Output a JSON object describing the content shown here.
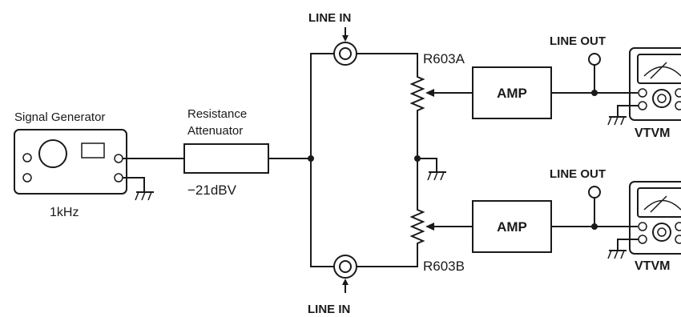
{
  "labels": {
    "signal_generator": "Signal Generator",
    "frequency": "1kHz",
    "attenuator_line1": "Resistance",
    "attenuator_line2": "Attenuator",
    "attenuator_level": "−21dBV",
    "line_in_top": "LINE IN",
    "line_in_bottom": "LINE IN",
    "r603a": "R603A",
    "r603b": "R603B",
    "amp_top": "AMP",
    "amp_bottom": "AMP",
    "line_out_top": "LINE OUT",
    "line_out_bottom": "LINE OUT",
    "vtvm_top": "VTVM",
    "vtvm_bottom": "VTVM"
  }
}
